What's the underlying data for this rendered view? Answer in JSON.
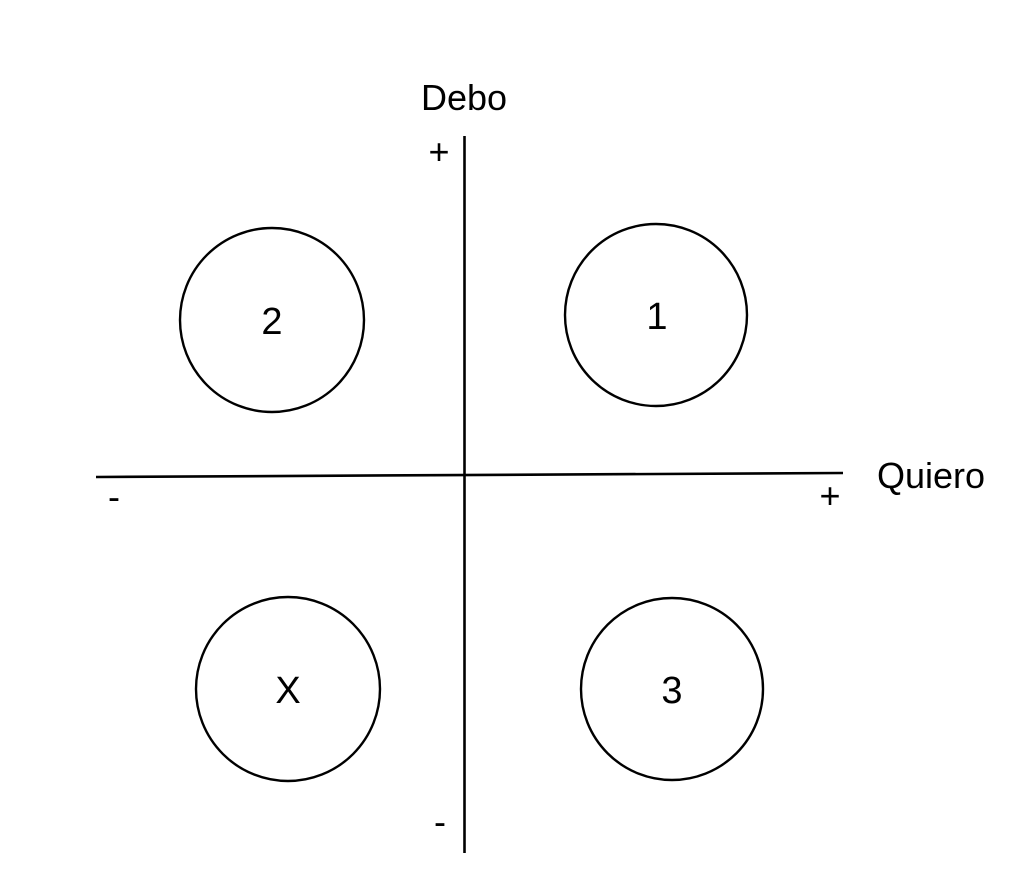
{
  "colors": {
    "background": "#ffffff",
    "line": "#000000",
    "text": "#000000"
  },
  "diagram": {
    "vertical_axis": {
      "label": "Debo",
      "positive_sign": "+",
      "negative_sign": "-"
    },
    "horizontal_axis": {
      "label": "Quiero",
      "positive_sign": "+",
      "negative_sign": "-"
    },
    "circles": [
      {
        "quadrant": "top-left",
        "label": "2"
      },
      {
        "quadrant": "top-right",
        "label": "1"
      },
      {
        "quadrant": "bottom-left",
        "label": "X"
      },
      {
        "quadrant": "bottom-right",
        "label": "3"
      }
    ]
  }
}
